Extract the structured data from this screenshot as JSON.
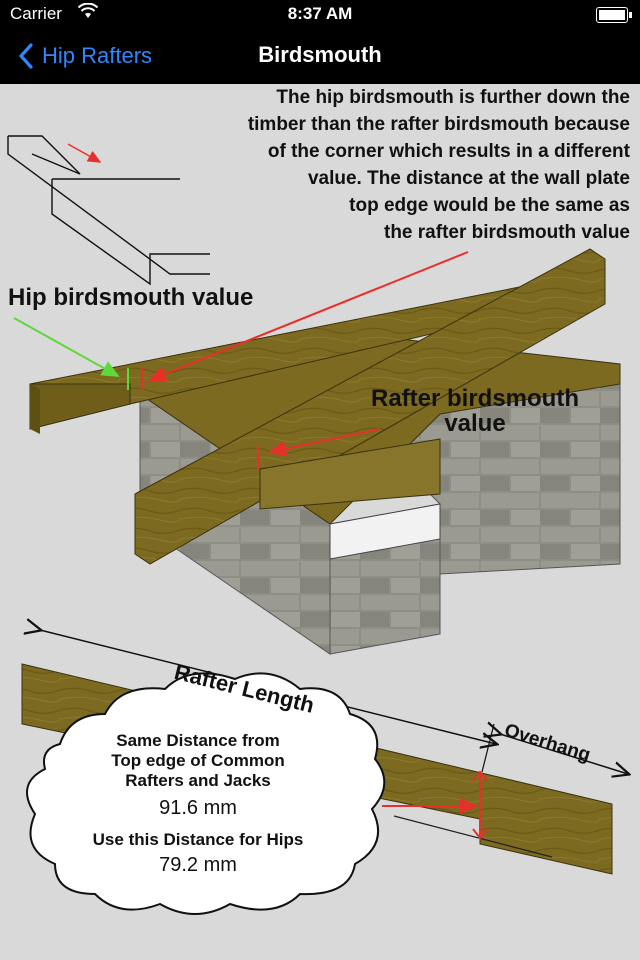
{
  "status_bar": {
    "carrier": "Carrier",
    "time": "8:37 AM"
  },
  "nav": {
    "back_label": "Hip Rafters",
    "title": "Birdsmouth"
  },
  "description": [
    "The hip birdsmouth is further down the",
    "timber than the rafter birdsmouth because",
    "of the corner which results in a different",
    "value. The distance at the wall plate",
    "top edge would be the same as",
    "the rafter birdsmouth value"
  ],
  "labels": {
    "hip_birdsmouth": "Hip birdsmouth value",
    "rafter_birdsmouth_line1": "Rafter birdsmouth",
    "rafter_birdsmouth_line2": "value",
    "rafter_length": "Rafter Length",
    "overhang": "Overhang"
  },
  "results": {
    "common_heading_1": "Same Distance from",
    "common_heading_2": "Top edge of Common",
    "common_heading_3": "Rafters and Jacks",
    "common_value": "91.6 mm",
    "hip_heading": "Use this Distance for Hips",
    "hip_value": "79.2 mm"
  },
  "colors": {
    "accent": "#2f86ff",
    "timber": "#7a6a1e",
    "arrow_red": "#e8302a",
    "arrow_green": "#5fd83a"
  }
}
